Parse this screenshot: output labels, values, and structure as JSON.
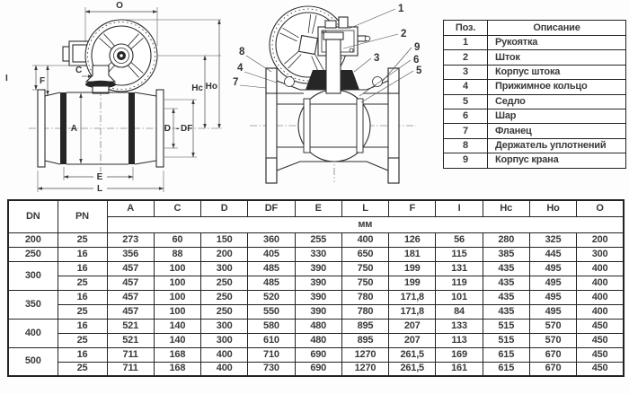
{
  "diagram_left": {
    "labels": {
      "O": "O",
      "C": "C",
      "I": "I",
      "F": "F",
      "Hc": "Hc",
      "Ho": "Ho",
      "A": "A",
      "D": "D",
      "dash": "-",
      "DF": "DF",
      "E": "E",
      "L": "L"
    }
  },
  "diagram_right": {
    "callouts": {
      "n1": "1",
      "n2": "2",
      "n3": "3",
      "n4": "4",
      "n5": "5",
      "n6": "6",
      "n7": "7",
      "n8": "8",
      "n9": "9"
    }
  },
  "legend": {
    "headers": {
      "pos": "Поз.",
      "desc": "Описание"
    },
    "rows": [
      {
        "pos": "1",
        "desc": "Рукоятка"
      },
      {
        "pos": "2",
        "desc": "Шток"
      },
      {
        "pos": "3",
        "desc": "Корпус штока"
      },
      {
        "pos": "4",
        "desc": "Прижимное кольцо"
      },
      {
        "pos": "5",
        "desc": "Седло"
      },
      {
        "pos": "6",
        "desc": "Шар"
      },
      {
        "pos": "7",
        "desc": "Фланец"
      },
      {
        "pos": "8",
        "desc": "Держатель уплотнений"
      },
      {
        "pos": "9",
        "desc": "Корпус крана"
      }
    ]
  },
  "dim_table": {
    "headers": [
      "DN",
      "PN",
      "A",
      "C",
      "D",
      "DF",
      "E",
      "L",
      "F",
      "I",
      "Hc",
      "Ho",
      "O"
    ],
    "unit_label": "мм",
    "groups": [
      {
        "dn": "200",
        "rows": [
          [
            "25",
            "273",
            "60",
            "150",
            "360",
            "255",
            "400",
            "126",
            "56",
            "280",
            "325",
            "200"
          ]
        ]
      },
      {
        "dn": "250",
        "rows": [
          [
            "16",
            "356",
            "88",
            "200",
            "405",
            "330",
            "650",
            "181",
            "115",
            "385",
            "445",
            "300"
          ]
        ]
      },
      {
        "dn": "300",
        "rows": [
          [
            "16",
            "457",
            "100",
            "300",
            "485",
            "390",
            "750",
            "199",
            "131",
            "435",
            "495",
            "400"
          ],
          [
            "25",
            "457",
            "100",
            "250",
            "485",
            "390",
            "750",
            "199",
            "119",
            "435",
            "495",
            "400"
          ]
        ]
      },
      {
        "dn": "350",
        "rows": [
          [
            "16",
            "457",
            "100",
            "250",
            "520",
            "390",
            "780",
            "171,8",
            "101",
            "435",
            "495",
            "400"
          ],
          [
            "25",
            "457",
            "100",
            "250",
            "550",
            "390",
            "780",
            "171,8",
            "84",
            "435",
            "495",
            "400"
          ]
        ]
      },
      {
        "dn": "400",
        "rows": [
          [
            "16",
            "521",
            "140",
            "300",
            "580",
            "480",
            "895",
            "207",
            "133",
            "515",
            "570",
            "450"
          ],
          [
            "25",
            "521",
            "140",
            "300",
            "610",
            "480",
            "895",
            "207",
            "113",
            "515",
            "570",
            "450"
          ]
        ]
      },
      {
        "dn": "500",
        "rows": [
          [
            "16",
            "711",
            "168",
            "400",
            "710",
            "690",
            "1270",
            "261,5",
            "169",
            "615",
            "670",
            "450"
          ],
          [
            "25",
            "711",
            "168",
            "400",
            "730",
            "690",
            "1270",
            "261,5",
            "161",
            "615",
            "670",
            "450"
          ]
        ]
      }
    ]
  }
}
